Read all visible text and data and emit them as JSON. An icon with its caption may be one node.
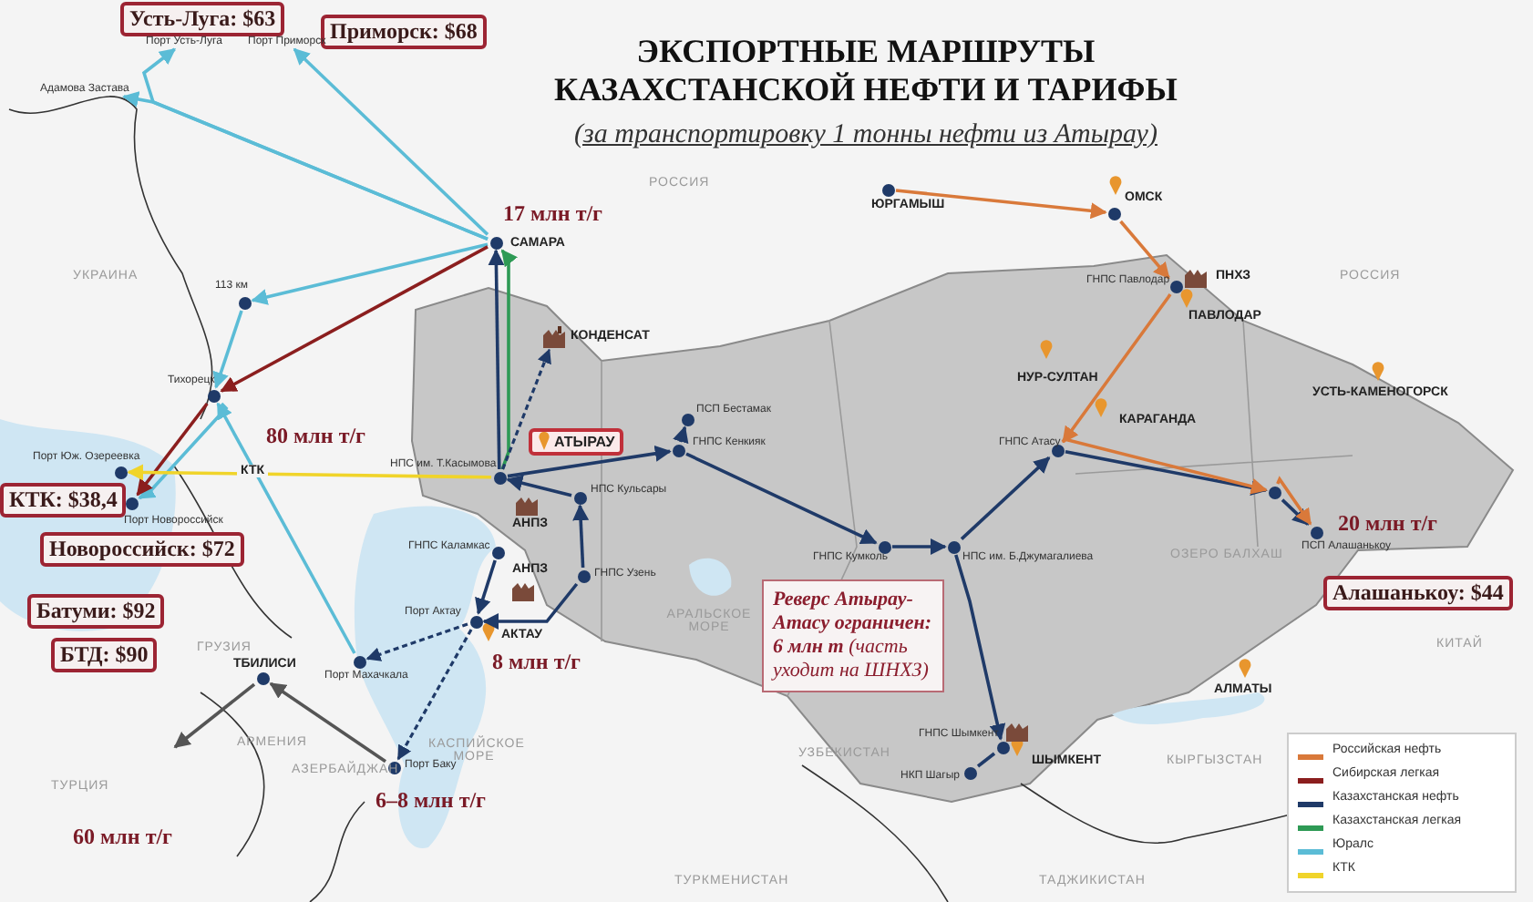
{
  "diagram": {
    "title": "ЭКСПОРТНЫЕ МАРШРУТЫ КАЗАХСТАНСКОЙ НЕФТИ И ТАРИФЫ",
    "nodes": [
      {
        "text": [
          "Усть-Луга: $63"
        ]
      },
      {
        "text": [
          "Приморск: $68"
        ]
      },
      {
        "text": [
          "Порт Усть-Луга"
        ]
      },
      {
        "text": [
          "Порт Приморск"
        ]
      },
      {
        "text": [
          "Адамова Застава"
        ]
      },
      {
        "text": [],
        "shape": "circle",
        "beside": [
          "17 млн т/г",
          "САМАРА"
        ]
      },
      {
        "text": [],
        "shape": "circle",
        "beside": [
          "113 км"
        ]
      },
      {
        "text": [],
        "shape": "circle",
        "beside": [
          "Тихорецк"
        ]
      },
      {
        "text": [],
        "shape": "circle",
        "beside": [
          "Порт Юж. Озереевка"
        ]
      },
      {
        "text": [],
        "shape": "circle",
        "beside": [
          "Порт Новороссийск"
        ]
      },
      {
        "text": [
          "КТК: $38,4"
        ]
      },
      {
        "text": [
          "Новороссийск: $72"
        ]
      },
      {
        "text": [
          "Батуми: $92"
        ]
      },
      {
        "text": [],
        "shape": "circle",
        "beside": [
          "НПС им. Т.Касымова"
        ]
      },
      {
        "text": [],
        "shape": "picture",
        "beside": [
          "КОНДЕНСАТ"
        ]
      },
      {
        "text": [
          "АТЫРАУ"
        ]
      },
      {
        "text": [],
        "shape": "circle",
        "beside": [
          "ПСП Бестамак"
        ]
      },
      {
        "text": [],
        "shape": "circle",
        "beside": [
          "ГНПС Кенкияк"
        ]
      },
      {
        "text": [],
        "shape": "circle",
        "beside": [
          "НПС Кульсары"
        ]
      },
      {
        "text": [],
        "shape": "circle",
        "beside": [
          "ГНПС Каламкас"
        ]
      },
      {
        "text": [],
        "shape": "circle",
        "beside": [
          "Порт Актау"
        ]
      },
      {
        "text": [],
        "shape": "circle",
        "beside": [
          "ГНПС Узень"
        ]
      },
      {
        "text": [],
        "shape": "circle",
        "beside": [
          "Порт Махачкала"
        ]
      },
      {
        "text": [],
        "shape": "circle",
        "beside": [
          "ТБИЛИСИ"
        ]
      },
      {
        "text": [
          "БТД: $90"
        ]
      },
      {
        "text": [],
        "shape": "circle",
        "beside": [
          "Порт Баку"
        ]
      },
      {
        "text": [],
        "shape": "circle",
        "beside": [
          "ЮРГАМЫШ"
        ]
      },
      {
        "text": [],
        "shape": "circle",
        "beside": [
          "ОМСК"
        ]
      },
      {
        "text": [],
        "shape": "circle",
        "beside": [
          "ГНПС Павлодар"
        ]
      },
      {
        "text": [],
        "shape": "circle",
        "beside": [
          "ГНПС Атасу"
        ]
      },
      {
        "text": [],
        "shape": "circle",
        "beside": [
          "ГНПС Кумколь"
        ]
      },
      {
        "text": [],
        "shape": "circle",
        "beside": [
          "НПС им. Б.Джумагалиева"
        ]
      },
      {
        "text": [],
        "shape": "circle"
      },
      {
        "text": [],
        "shape": "circle",
        "beside": [
          "20 млн т/г",
          "ПСП Алашанькоу"
        ]
      },
      {
        "text": [
          "Алашанькоу: $44"
        ]
      },
      {
        "text": [
          "**Реверс Атырау-Атасу ограничен: 6 млн т** (часть уходит на ШНХЗ)"
        ]
      },
      {
        "text": [],
        "shape": "circle",
        "beside": [
          "ГНПС Шымкент"
        ]
      },
      {
        "text": [],
        "shape": "circle",
        "beside": [
          "НКП Шагыр"
        ]
      }
    ],
    "edges": [
      {
        "from": 5,
        "to": 2,
        "arrow": "to",
        "color": "#5bbcd6"
      },
      {
        "from": 5,
        "to": 4,
        "arrow": "to",
        "color": "#5bbcd6"
      },
      {
        "from": 5,
        "to": 3,
        "arrow": "to",
        "color": "#5bbcd6"
      },
      {
        "from": 5,
        "to": 6,
        "arrow": "to",
        "color": "#5bbcd6"
      },
      {
        "from": 6,
        "to": 7,
        "arrow": "to",
        "color": "#5bbcd6"
      },
      {
        "from": 7,
        "to": 9,
        "arrow": "to",
        "color": "#5bbcd6"
      },
      {
        "from": 5,
        "to": 7,
        "arrow": "to",
        "color": "#8b1e1e"
      },
      {
        "from": 7,
        "to": 9,
        "arrow": "to",
        "color": "#8b1e1e"
      },
      {
        "from": 22,
        "to": 7,
        "arrow": "to",
        "color": "#5bbcd6"
      },
      {
        "from": 13,
        "to": 8,
        "arrow": "to",
        "color": "#f0d42a",
        "label": "КТК"
      },
      {
        "from": 13,
        "to": 5,
        "arrow": "to"
      },
      {
        "from": 13,
        "to": 5,
        "arrow": "to",
        "color": "#2e9a55"
      },
      {
        "from": 13,
        "to": 14,
        "arrow": "to",
        "style": "dashed"
      },
      {
        "from": 18,
        "to": 13,
        "arrow": "to"
      },
      {
        "from": 21,
        "to": 18,
        "arrow": "to"
      },
      {
        "from": 19,
        "to": 20,
        "arrow": "to"
      },
      {
        "from": 21,
        "to": 20,
        "arrow": "to"
      },
      {
        "from": 20,
        "to": 22,
        "arrow": "to",
        "style": "dashed"
      },
      {
        "from": 20,
        "to": 25,
        "arrow": "to",
        "style": "dashed"
      },
      {
        "from": 25,
        "to": 23,
        "arrow": "to",
        "color": "#555555"
      },
      {
        "from": 23,
        "to": null,
        "arrow": "to",
        "color": "#555555"
      },
      {
        "from": 13,
        "to": 17,
        "arrow": "to"
      },
      {
        "from": 17,
        "to": 16,
        "arrow": "to"
      },
      {
        "from": 17,
        "to": 30,
        "arrow": "to"
      },
      {
        "from": 30,
        "to": 31,
        "arrow": "to"
      },
      {
        "from": 31,
        "to": 29,
        "arrow": "to"
      },
      {
        "from": 31,
        "to": 36,
        "arrow": "to"
      },
      {
        "from": 37,
        "to": 36,
        "arrow": "none"
      },
      {
        "from": 29,
        "to": 32,
        "arrow": "to"
      },
      {
        "from": 32,
        "to": 33,
        "arrow": "to"
      },
      {
        "from": 26,
        "to": 27,
        "arrow": "to",
        "color": "#d9793a"
      },
      {
        "from": 27,
        "to": 28,
        "arrow": "to",
        "color": "#d9793a"
      },
      {
        "from": 28,
        "to": 29,
        "arrow": "to",
        "color": "#d9793a"
      },
      {
        "from": 29,
        "to": 32,
        "arrow": "to",
        "color": "#d9793a"
      },
      {
        "from": 32,
        "to": 33,
        "arrow": "to",
        "color": "#d9793a"
      }
    ],
    "labels": [
      "(за транспортировку 1 тонны нефти из Атырау)",
      "80 млн т/г",
      "8 млн т/г",
      "6–8 млн т/г",
      "60 млн т/г",
      "АКТАУ",
      "АНПЗ",
      "АНПЗ",
      "ПНХЗ",
      "ПАВЛОДАР",
      "НУР-СУЛТАН",
      "КАРАГАНДА",
      "УСТЬ-КАМЕНОГОРСК",
      "АЛМАТЫ",
      "ШЫМКЕНТ",
      "РОССИЯ",
      "РОССИЯ",
      "УКРАИНА",
      "ГРУЗИЯ",
      "АРМЕНИЯ",
      "АЗЕРБАЙДЖАН",
      "ТУРЦИЯ",
      "КАСПИЙСКОЕ МОРЕ",
      "АРАЛЬСКОЕ МОРЕ",
      "ОЗЕРО БАЛХАШ",
      "КИТАЙ",
      "УЗБЕКИСТАН",
      "КЫРГЫЗСТАН",
      "ТАДЖИКИСТАН",
      "ТУРКМЕНИСТАН"
    ],
    "legend": [
      {
        "text": "Российская нефть",
        "color": "#d9793a"
      },
      {
        "text": "Сибирская легкая",
        "color": "#8b1e1e"
      },
      {
        "text": "Казахстанская нефть",
        "color": "#1f3a68"
      },
      {
        "text": "Казахстанская легкая",
        "color": "#2e9a55"
      },
      {
        "text": "Юралс",
        "color": "#5bbcd6"
      },
      {
        "text": "КТК",
        "color": "#f0d42a"
      }
    ]
  }
}
